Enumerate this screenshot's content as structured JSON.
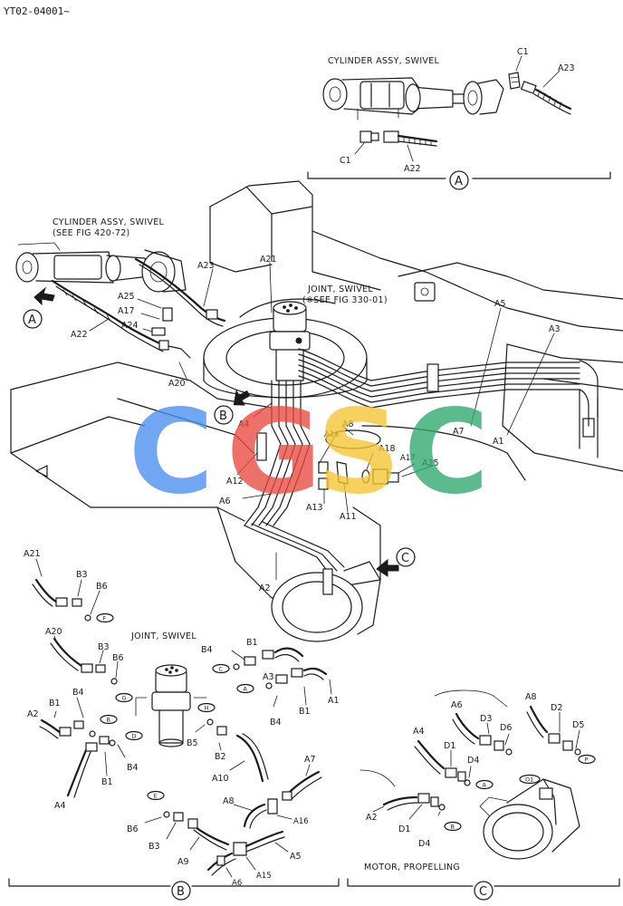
{
  "header": {
    "code": "YT02-04001~"
  },
  "panel_a": {
    "title": "CYLINDER ASSY, SWIVEL",
    "labels": {
      "c1_top": "C1",
      "a23": "A23",
      "c1_bottom": "C1",
      "a22": "A22"
    },
    "circle": "A"
  },
  "main": {
    "cyl_caption_1": "CYLINDER ASSY, SWIVEL",
    "cyl_caption_2": "(SEE FIG 420-72)",
    "joint_caption_1": "JOINT, SWIVEL",
    "joint_caption_2": "(※SEE FIG 330-01)",
    "labels": {
      "a21": "A21",
      "a23": "A23",
      "a25": "A25",
      "a17": "A17",
      "a24": "A24",
      "a22": "A22",
      "a20": "A20",
      "a4": "A4",
      "a8": "A8",
      "a14": "A14",
      "a18": "A18",
      "a17b": "A17",
      "a25b": "A25",
      "a12": "A12",
      "a6": "A6",
      "a13": "A13",
      "a11": "A11",
      "a5": "A5",
      "a3": "A3",
      "a7": "A7",
      "a1": "A1",
      "a2": "A2"
    },
    "circles": {
      "a": "A",
      "b": "B",
      "c": "C"
    }
  },
  "panel_b": {
    "caption": "JOINT, SWIVEL",
    "labels": {
      "a21": "A21",
      "b3a": "B3",
      "b6a": "B6",
      "a20": "A20",
      "b3b": "B3",
      "b6b": "B6",
      "b4a": "B4",
      "b1a": "B1",
      "a3": "A3",
      "b1b": "B1",
      "a1": "A1",
      "b4b": "B4",
      "a2": "A2",
      "b1c": "B1",
      "b4c": "B4",
      "b4d": "B4",
      "b1d": "B1",
      "a4": "A4",
      "b5": "B5",
      "b2": "B2",
      "a10": "A10",
      "a7": "A7",
      "a8": "A8",
      "a16": "A16",
      "b6c": "B6",
      "b3c": "B3",
      "a9": "A9",
      "a5": "A5",
      "a15": "A15",
      "a6": "A6"
    },
    "tags": [
      "F",
      "G",
      "C",
      "A",
      "B",
      "D",
      "H",
      "E"
    ],
    "circle": "B"
  },
  "panel_c": {
    "caption": "MOTOR, PROPELLING",
    "labels": {
      "a6": "A6",
      "a8": "A8",
      "a4": "A4",
      "d3": "D3",
      "d6": "D6",
      "d2": "D2",
      "d5": "D5",
      "d1a": "D1",
      "d4a": "D4",
      "a2": "A2",
      "d1b": "D1",
      "d4b": "D4"
    },
    "tags": [
      "A",
      "O1",
      "P",
      "B"
    ],
    "circle": "C"
  },
  "watermark": {
    "letters": [
      "C",
      "G",
      "S",
      "C"
    ],
    "colors": [
      "#4a8ef0",
      "#ea4a3f",
      "#f4c530",
      "#2ea96d"
    ]
  }
}
